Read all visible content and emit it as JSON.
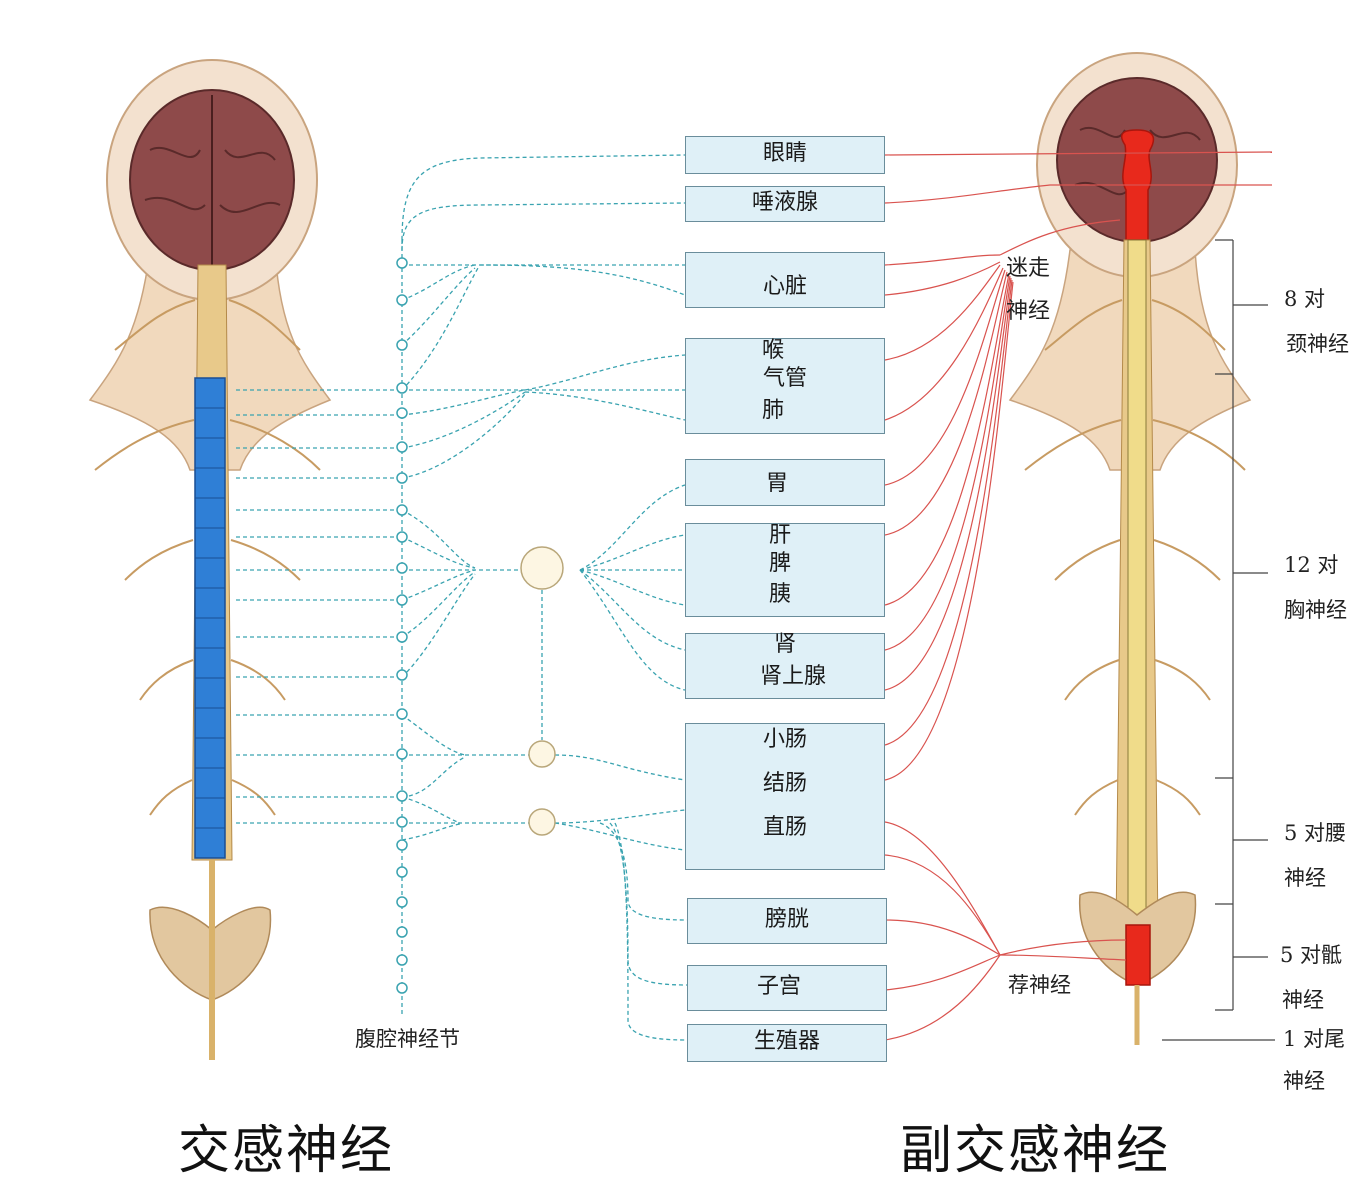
{
  "titles": {
    "sympathetic": "交感神经",
    "parasympathetic": "副交感神经"
  },
  "labels": {
    "celiac_ganglion": "腹腔神经节",
    "vagus_line1": "迷走",
    "vagus_line2": "神经",
    "sacral_nerve": "荐神经"
  },
  "organs": [
    {
      "lines": [
        "眼睛"
      ]
    },
    {
      "lines": [
        "唾液腺"
      ]
    },
    {
      "lines": [
        "心脏"
      ]
    },
    {
      "lines": [
        "喉",
        "气管",
        "肺"
      ]
    },
    {
      "lines": [
        "胃"
      ]
    },
    {
      "lines": [
        "肝",
        "脾",
        "胰"
      ]
    },
    {
      "lines": [
        "肾",
        "肾上腺"
      ]
    },
    {
      "lines": [
        "小肠",
        "结肠",
        "直肠"
      ]
    },
    {
      "lines": [
        "膀胱"
      ]
    },
    {
      "lines": [
        "子宫"
      ]
    },
    {
      "lines": [
        "生殖器"
      ]
    }
  ],
  "spinal_groups": [
    {
      "l1": "8 对",
      "l2": "颈神经"
    },
    {
      "l1": "12 对",
      "l2": "胸神经"
    },
    {
      "l1": "5 对腰",
      "l2": "神经"
    },
    {
      "l1": "5 对骶",
      "l2": "神经"
    },
    {
      "l1": "1 对尾",
      "l2": "神经"
    }
  ],
  "colors": {
    "sympathetic_line": "#3aa3b0",
    "parasympathetic_line": "#d9534f",
    "organ_box_fill": "#dff0f7",
    "sympathetic_cord": "#2f7fd6",
    "parasympathetic_cord": "#e8291c",
    "spinal_cord": "#f0dc8a"
  }
}
